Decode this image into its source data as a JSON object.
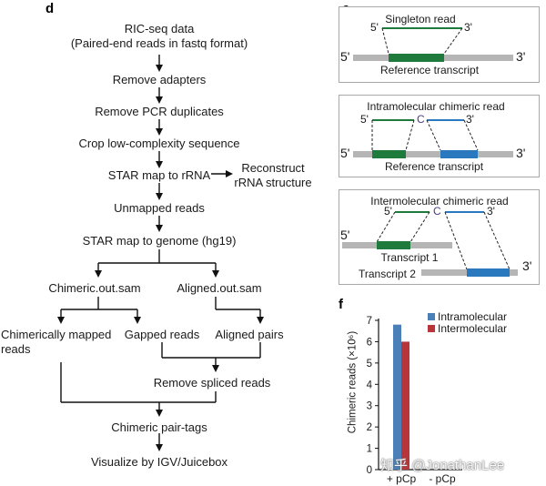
{
  "panel_labels": {
    "d": "d",
    "e": "e",
    "f": "f"
  },
  "flowchart": {
    "ric_seq_data": "RIC-seq data",
    "ric_seq_sub": "(Paired-end reads in fastq format)",
    "remove_adapters": "Remove adapters",
    "remove_pcr": "Remove PCR duplicates",
    "crop_low": "Crop low-complexity sequence",
    "star_rrna": "STAR map to rRNA",
    "reconstruct_1": "Reconstruct",
    "reconstruct_2": "rRNA structure",
    "unmapped": "Unmapped reads",
    "star_genome": "STAR map to genome (hg19)",
    "chimeric_out": "Chimeric.out.sam",
    "aligned_out": "Aligned.out.sam",
    "chimerically_1": "Chimerically mapped",
    "chimerically_2": "reads",
    "gapped": "Gapped reads",
    "aligned_pairs": "Aligned pairs",
    "remove_spliced": "Remove spliced reads",
    "chimeric_tags": "Chimeric pair-tags",
    "visualize": "Visualize by IGV/Juicebox"
  },
  "read_diagrams": {
    "singleton": {
      "title": "Singleton read",
      "ref": "Reference transcript",
      "five": "5'",
      "three": "3'",
      "five_big": "5'",
      "three_big": "3'"
    },
    "intramolecular": {
      "title": "Intramolecular chimeric read",
      "ref": "Reference transcript",
      "five": "5'",
      "three": "3'",
      "junction": "C",
      "five_big": "5'",
      "three_big": "3'"
    },
    "intermolecular": {
      "title": "Intermolecular chimeric read",
      "five": "5'",
      "three": "3'",
      "junction": "C",
      "five_big": "5'",
      "three_big": "3'",
      "t1": "Transcript 1",
      "t2": "Transcript 2"
    }
  },
  "colors": {
    "green": "#1e7b3b",
    "blue": "#2a78bd",
    "gray": "#b5b5b5",
    "intra": "#4a7fb8",
    "inter": "#b8363b"
  },
  "watermark": "知乎 @JonathanLee",
  "chart_data": {
    "type": "bar",
    "categories": [
      "+ pCp",
      "- pCp"
    ],
    "series": [
      {
        "name": "Intramolecular",
        "values": [
          6.8,
          0
        ]
      },
      {
        "name": "Intermolecular",
        "values": [
          6.0,
          0
        ]
      }
    ],
    "ylabel": "Chimeric reads (×10⁶)",
    "ylim": [
      0,
      7
    ],
    "yticks": [
      0,
      1,
      2,
      3,
      4,
      5,
      6,
      7
    ],
    "legend": "top-right"
  }
}
